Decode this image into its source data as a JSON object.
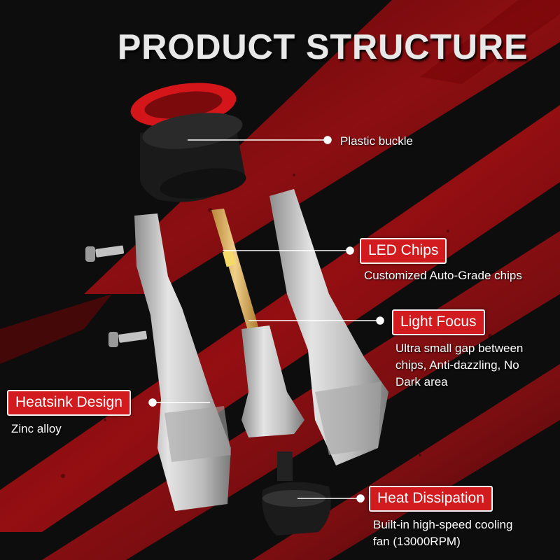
{
  "title": "PRODUCT STRUCTURE",
  "callouts": {
    "plastic_buckle": "Plastic buckle",
    "led_chips": {
      "label": "LED Chips",
      "desc": "Customized Auto-Grade chips"
    },
    "light_focus": {
      "label": "Light Focus",
      "desc_lines": [
        "Ultra small gap between",
        "chips, Anti-dazzling, No",
        "Dark area"
      ]
    },
    "heatsink": {
      "label": "Heatsink Design",
      "desc": "Zinc alloy"
    },
    "heat_dissipation": {
      "label": "Heat Dissipation",
      "desc_lines": [
        "Built-in high-speed cooling",
        "fan (13000RPM)"
      ]
    }
  },
  "colors": {
    "accent_red": "#d11b1f",
    "background": "#0b0b0b",
    "stripe_red": "#9a0d10",
    "metal": "#c9c9c9"
  },
  "icons": [
    "buckle-ring",
    "screw",
    "heatsink-shell",
    "led-board",
    "cooling-fan"
  ]
}
